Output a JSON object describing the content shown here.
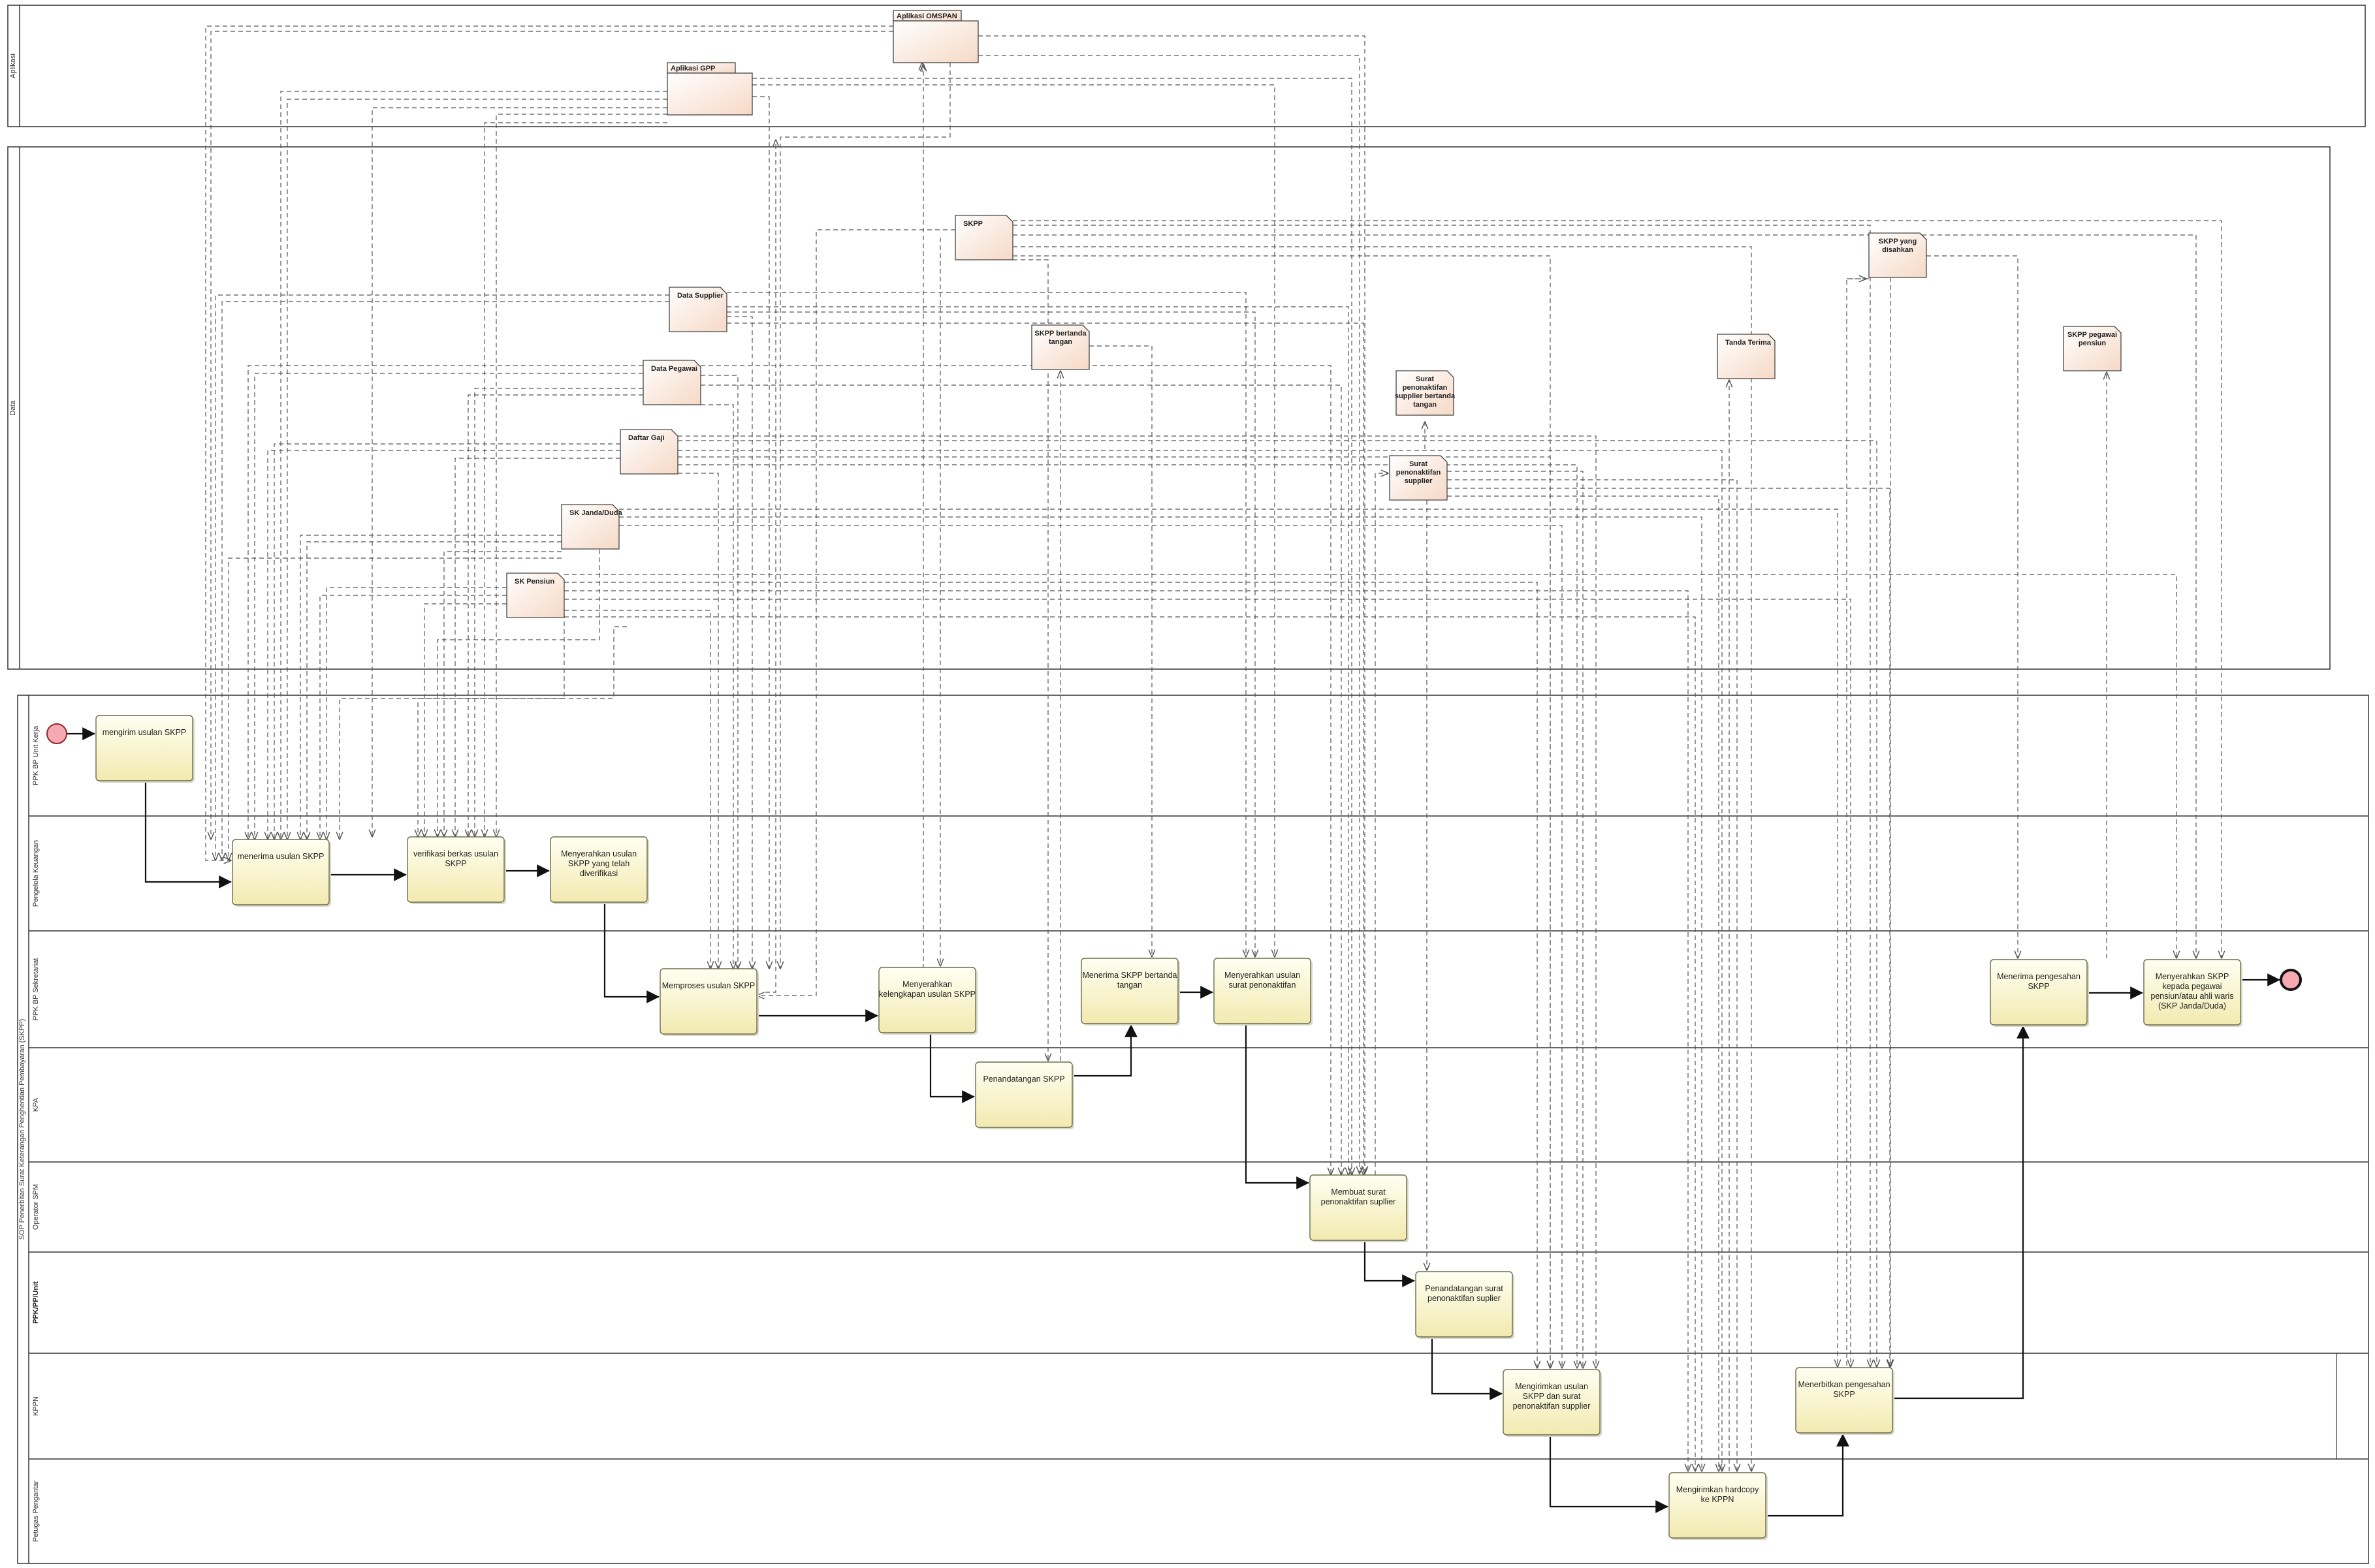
{
  "pools": {
    "aplikasi": {
      "label": "Aplikasi"
    },
    "data": {
      "label": "Data"
    },
    "process": {
      "label": "SOP Penerbitan Surat Keterangan Penghentian Pembayaran (SKPP)"
    }
  },
  "lanes": [
    {
      "id": "ppkunit",
      "label": "PPK BP Unit Kerja"
    },
    {
      "id": "pengelola",
      "label": "Pengelola Keuangan"
    },
    {
      "id": "ppkbpsek",
      "label": "PPK BP Sekretariat"
    },
    {
      "id": "kpa",
      "label": "KPA"
    },
    {
      "id": "operator",
      "label": "Operator SPM"
    },
    {
      "id": "ppspm",
      "label": "PPK/PP/Unit"
    },
    {
      "id": "kppn",
      "label": "KPPN"
    },
    {
      "id": "petugas",
      "label": "Petugas Pengantar"
    }
  ],
  "applications": [
    {
      "id": "omspan",
      "label": "Aplikasi OMSPAN"
    },
    {
      "id": "gpp",
      "label": "Aplikasi GPP"
    }
  ],
  "data_objects": [
    {
      "id": "skpp",
      "lines": [
        "SKPP"
      ]
    },
    {
      "id": "datasupplier",
      "lines": [
        "Data Supplier"
      ]
    },
    {
      "id": "datapegawai",
      "lines": [
        "Data Pegawai"
      ]
    },
    {
      "id": "daftargaji",
      "lines": [
        "Daftar Gaji"
      ]
    },
    {
      "id": "skjanda",
      "lines": [
        "SK Janda/Duda"
      ]
    },
    {
      "id": "skpensiun",
      "lines": [
        "SK Pensiun"
      ]
    },
    {
      "id": "skppbt",
      "lines": [
        "SKPP bertanda",
        "tangan"
      ]
    },
    {
      "id": "suratbt",
      "lines": [
        "Surat",
        "penonaktifan",
        "supplier bertanda",
        "tangan"
      ]
    },
    {
      "id": "suratpen",
      "lines": [
        "Surat",
        "penonaktifan",
        "supplier"
      ]
    },
    {
      "id": "tandaterima",
      "lines": [
        "Tanda Terima"
      ]
    },
    {
      "id": "skppsah",
      "lines": [
        "SKPP yang",
        "disahkan"
      ]
    },
    {
      "id": "skpppeg",
      "lines": [
        "SKPP pegawai",
        "pensiun"
      ]
    }
  ],
  "tasks": [
    {
      "id": "t1",
      "lines": [
        "mengirim usulan SKPP"
      ]
    },
    {
      "id": "t2",
      "lines": [
        "menerima usulan SKPP"
      ]
    },
    {
      "id": "t3",
      "lines": [
        "verifikasi berkas usulan",
        "SKPP"
      ]
    },
    {
      "id": "t4",
      "lines": [
        "Menyerahkan usulan",
        "SKPP yang telah",
        "diverifikasi"
      ]
    },
    {
      "id": "t5",
      "lines": [
        "Memproses usulan SKPP"
      ]
    },
    {
      "id": "t6",
      "lines": [
        "Menyerahkan",
        "kelengkapan usulan SKPP"
      ]
    },
    {
      "id": "t7",
      "lines": [
        "Penandatangan SKPP"
      ]
    },
    {
      "id": "t8",
      "lines": [
        "Menerima SKPP bertanda",
        "tangan"
      ]
    },
    {
      "id": "t9",
      "lines": [
        "Menyerahkan usulan",
        "surat penonaktifan"
      ]
    },
    {
      "id": "t10",
      "lines": [
        "Membuat surat",
        "penonaktifan supllier"
      ]
    },
    {
      "id": "t11",
      "lines": [
        "Penandatangan surat",
        "penonaktifan suplier"
      ]
    },
    {
      "id": "t12",
      "lines": [
        "Mengirimkan usulan",
        "SKPP dan surat",
        "penonaktifan supplier"
      ]
    },
    {
      "id": "t13",
      "lines": [
        "Mengirimkan hardcopy",
        "ke KPPN"
      ]
    },
    {
      "id": "t14",
      "lines": [
        "Menerbitkan pengesahan",
        "SKPP"
      ]
    },
    {
      "id": "t15",
      "lines": [
        "Menerima pengesahan",
        "SKPP"
      ]
    },
    {
      "id": "t16",
      "lines": [
        "Menyerahkan SKPP",
        "kepada pegawai",
        "pensiun/atau ahli waris",
        "(SKP Janda/Duda)"
      ]
    }
  ],
  "colors": {
    "task_fill_top": "#fffff0",
    "task_fill_bottom": "#f3ecb6",
    "task_stroke": "#6b6b4a",
    "data_fill_top": "#ffffff",
    "data_fill_bottom": "#f7dccc",
    "event_fill": "#f6a9b0",
    "event_stroke": "#8a2a2a",
    "lane_stroke": "#333333"
  }
}
